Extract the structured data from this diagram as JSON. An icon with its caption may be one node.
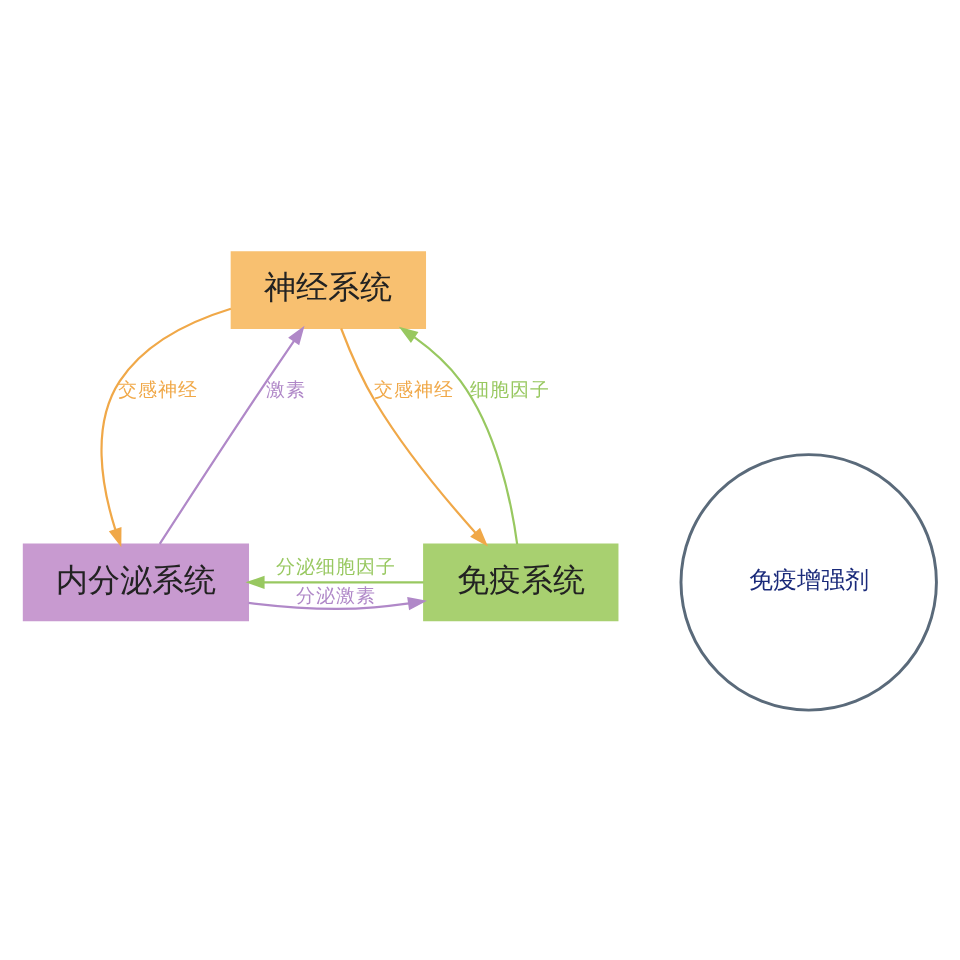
{
  "diagram": {
    "nodes": [
      {
        "text": [
          "神经系统"
        ]
      },
      {
        "text": [
          "免疫增强剂"
        ]
      },
      {
        "text": [
          "内分泌系统"
        ]
      },
      {
        "text": [
          "免疫系统"
        ]
      }
    ],
    "edges": [
      {
        "from": 0,
        "to": 2,
        "arrow": "to",
        "label": "交感神经",
        "color": "#f0a848"
      },
      {
        "from": 2,
        "to": 0,
        "arrow": "to",
        "label": "激素",
        "color": "#b088c8"
      },
      {
        "from": 0,
        "to": 3,
        "arrow": "to",
        "label": "交感神经",
        "color": "#f0a848"
      },
      {
        "from": 3,
        "to": 0,
        "arrow": "to",
        "label": "细胞因子",
        "color": "#98c860"
      },
      {
        "from": 3,
        "to": 2,
        "arrow": "to",
        "label": "分泌细胞因子",
        "color": "#98c860"
      },
      {
        "from": 2,
        "to": 3,
        "arrow": "to",
        "label": "分泌激素",
        "color": "#b088c8"
      }
    ]
  }
}
